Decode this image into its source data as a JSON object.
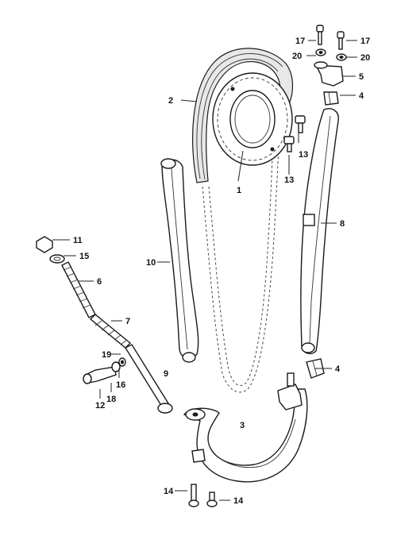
{
  "callouts": [
    {
      "id": "c1",
      "text": "1"
    },
    {
      "id": "c2",
      "text": "2"
    },
    {
      "id": "c3",
      "text": "3"
    },
    {
      "id": "c4a",
      "text": "4"
    },
    {
      "id": "c4b",
      "text": "4"
    },
    {
      "id": "c5",
      "text": "5"
    },
    {
      "id": "c6",
      "text": "6"
    },
    {
      "id": "c7",
      "text": "7"
    },
    {
      "id": "c8",
      "text": "8"
    },
    {
      "id": "c9",
      "text": "9"
    },
    {
      "id": "c10",
      "text": "10"
    },
    {
      "id": "c11",
      "text": "11"
    },
    {
      "id": "c12",
      "text": "12"
    },
    {
      "id": "c13a",
      "text": "13"
    },
    {
      "id": "c13b",
      "text": "13"
    },
    {
      "id": "c14a",
      "text": "14"
    },
    {
      "id": "c14b",
      "text": "14"
    },
    {
      "id": "c15",
      "text": "15"
    },
    {
      "id": "c16",
      "text": "16"
    },
    {
      "id": "c17a",
      "text": "17"
    },
    {
      "id": "c17b",
      "text": "17"
    },
    {
      "id": "c18",
      "text": "18"
    },
    {
      "id": "c19",
      "text": "19"
    },
    {
      "id": "c20a",
      "text": "20"
    },
    {
      "id": "c20b",
      "text": "20"
    }
  ]
}
